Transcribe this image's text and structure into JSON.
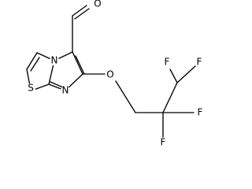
{
  "molecule": {
    "atoms": {
      "oxygen_aldehyde": "O",
      "oxygen_ether": "O",
      "nitrogen_bridge": "N",
      "nitrogen_ring": "N",
      "sulfur": "S",
      "fluorine_top_left": "F",
      "fluorine_top_right": "F",
      "fluorine_right": "F",
      "fluorine_bottom": "F"
    }
  }
}
